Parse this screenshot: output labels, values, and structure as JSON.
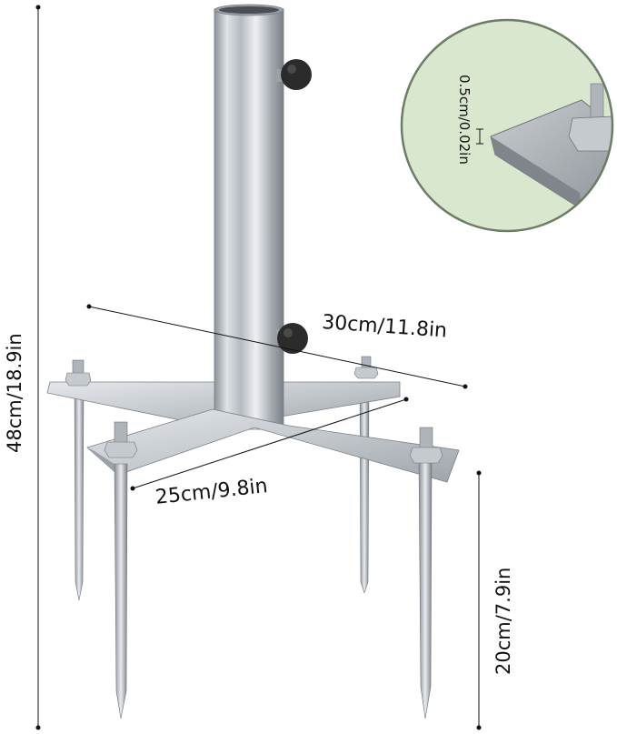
{
  "dimensions": {
    "height_total": "48cm/18.9in",
    "width_long": "30cm/11.8in",
    "width_short": "25cm/9.8in",
    "spike_length": "20cm/7.9in",
    "plate_thickness": "0.5cm/0.02in"
  },
  "colors": {
    "inset_background": "#d9e7cf",
    "inset_border": "#6d7c66",
    "metal_light": "#e6e9ec",
    "metal_mid": "#b9bec4",
    "metal_dark": "#7f858c",
    "knob": "#2b2b2b",
    "line": "#111111"
  },
  "icons": {
    "knob_top": "thumb-screw-icon",
    "knob_bottom": "thumb-screw-icon",
    "bolt": "hex-bolt-icon"
  }
}
